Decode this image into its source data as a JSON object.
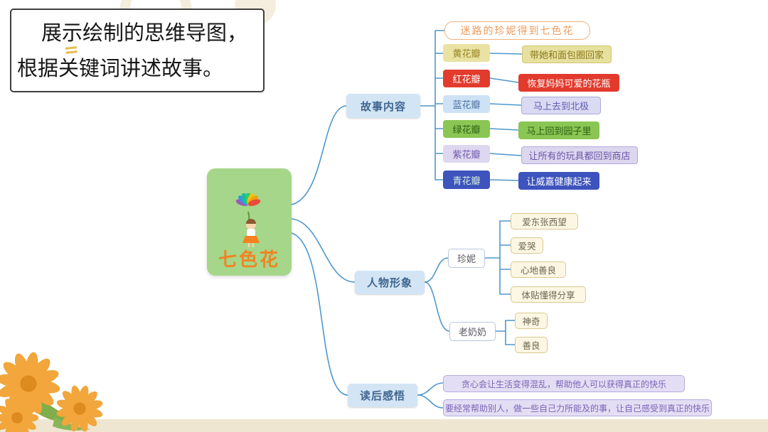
{
  "note": {
    "line1": "展示绘制的思维导图，",
    "line2": "根据关键词讲述故事。"
  },
  "mindmap": {
    "root": "七色花",
    "branches": {
      "story": {
        "label": "故事内容",
        "title": "迷路的珍妮得到七色花",
        "petals": [
          {
            "name": "黄花瓣",
            "effect": "带她和面包圈回家",
            "color": "#e9e2a3"
          },
          {
            "name": "红花瓣",
            "effect": "恢复妈妈可爱的花瓶",
            "color": "#e23b2e"
          },
          {
            "name": "蓝花瓣",
            "effect": "马上去到北极",
            "color": "#cee2f6"
          },
          {
            "name": "绿花瓣",
            "effect": "马上回到园子里",
            "color": "#8ac653"
          },
          {
            "name": "紫花瓣",
            "effect": "让所有的玩具都回到商店",
            "color": "#ddd7ef"
          },
          {
            "name": "青花瓣",
            "effect": "让威嘉健康起来",
            "color": "#3d53bd"
          }
        ]
      },
      "characters": {
        "label": "人物形象",
        "people": [
          {
            "name": "珍妮",
            "traits": [
              "爱东张西望",
              "爱哭",
              "心地善良",
              "体贴懂得分享"
            ]
          },
          {
            "name": "老奶奶",
            "traits": [
              "神奇",
              "善良"
            ]
          }
        ]
      },
      "reflection": {
        "label": "读后感悟",
        "insights": [
          "贪心会让生活变得混乱，帮助他人可以获得真正的快乐",
          "要经常帮助别人，做一些自己力所能及的事，让自己感受到真正的快乐"
        ]
      }
    }
  },
  "colors": {
    "connector_line": "#4f97cc",
    "root_background": "#a6d689",
    "root_text": "#f08424",
    "branch_background": "#d3e5f4",
    "branch_text": "#3f6590",
    "insight_background": "#e3def3",
    "bottom_bar": "#efe6d2"
  }
}
